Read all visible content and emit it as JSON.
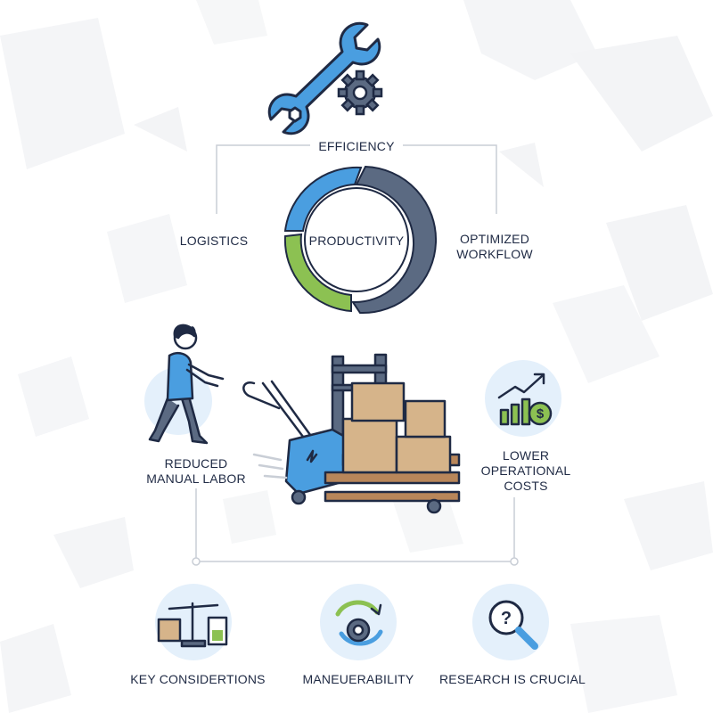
{
  "diagram": {
    "top_label": "EFFICIENCY",
    "center_label": "PRODUCTIVITY",
    "left_label": "LOGISTICS",
    "right_label_line1": "OPTIMIZED",
    "right_label_line2": "WORKFLOW",
    "labor_line1": "REDUCED",
    "labor_line2": "MANUAL LABOR",
    "costs_line1": "LOWER",
    "costs_line2": "OPERATIONAL",
    "costs_line3": "COSTS",
    "bottom_items": [
      {
        "label": "KEY CONSIDERTIONS",
        "icon": "scale-battery-icon"
      },
      {
        "label": "MANEUERABILITY",
        "icon": "rotate-wheel-icon"
      },
      {
        "label": "RESEARCH IS CRUCIAL",
        "icon": "magnifier-question-icon"
      }
    ]
  },
  "colors": {
    "blue": "#4a9ee0",
    "slate": "#5b6a82",
    "green": "#8cc152",
    "navy": "#1f2a44",
    "light_circle": "#e4f0fb",
    "connector": "#c9ced6"
  }
}
